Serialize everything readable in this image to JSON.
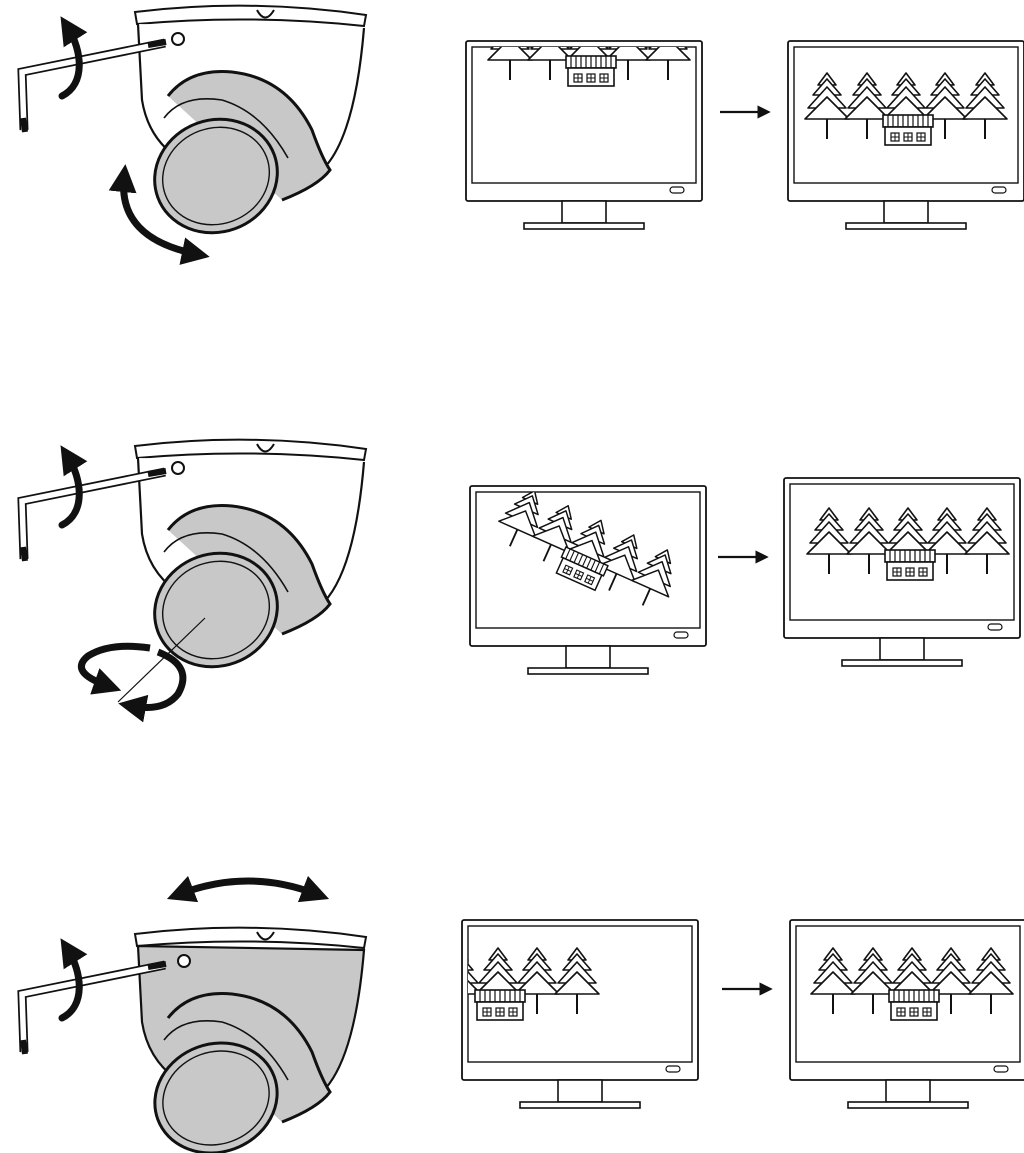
{
  "steps": [
    {
      "adjustment": "tilt",
      "camera_state": "lens-shaded",
      "before_view": "image-shifted-up",
      "after_view": "image-centered"
    },
    {
      "adjustment": "rotate",
      "camera_state": "lens-shaded",
      "before_view": "image-rotated",
      "after_view": "image-centered"
    },
    {
      "adjustment": "pan",
      "camera_state": "body-shaded",
      "before_view": "image-shifted-left",
      "after_view": "image-centered"
    }
  ],
  "colors": {
    "line": "#111111",
    "shade": "#c8c8c8",
    "background": "#ffffff"
  },
  "icons": [
    "hex-key-icon",
    "loosen-arrow-icon",
    "tilt-arrow-icon",
    "rotate-arrow-icon",
    "pan-arrow-icon",
    "monitor-icon",
    "tree-icon",
    "house-icon",
    "right-arrow-icon"
  ]
}
